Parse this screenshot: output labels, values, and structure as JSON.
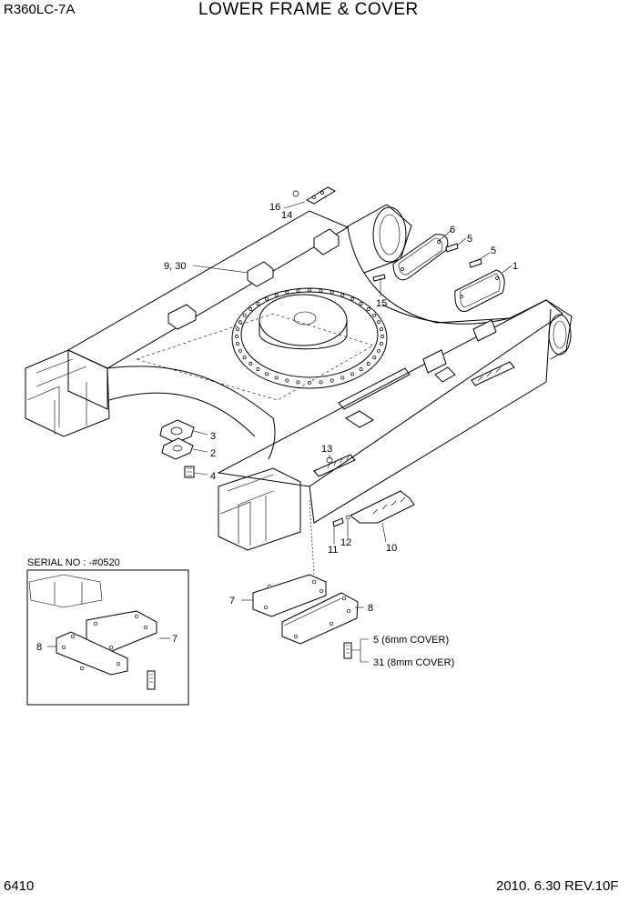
{
  "header": {
    "model": "R360LC-7A",
    "title": "LOWER FRAME & COVER"
  },
  "footer": {
    "page_number": "6410",
    "revision": "2010. 6.30  REV.10F"
  },
  "inset": {
    "label": "SERIAL NO : -#0520"
  },
  "callouts": {
    "c16": "16",
    "c14": "14",
    "c6": "6",
    "c5a": "5",
    "c5b": "5",
    "c1": "1",
    "c930": "9, 30",
    "c15": "15",
    "c3": "3",
    "c2": "2",
    "c4": "4",
    "c13": "13",
    "c11": "11",
    "c12": "12",
    "c10": "10",
    "c7": "7",
    "c8": "8",
    "c5c": "5 (6mm COVER)",
    "c31": "31 (8mm COVER)",
    "inset8": "8",
    "inset7": "7"
  }
}
